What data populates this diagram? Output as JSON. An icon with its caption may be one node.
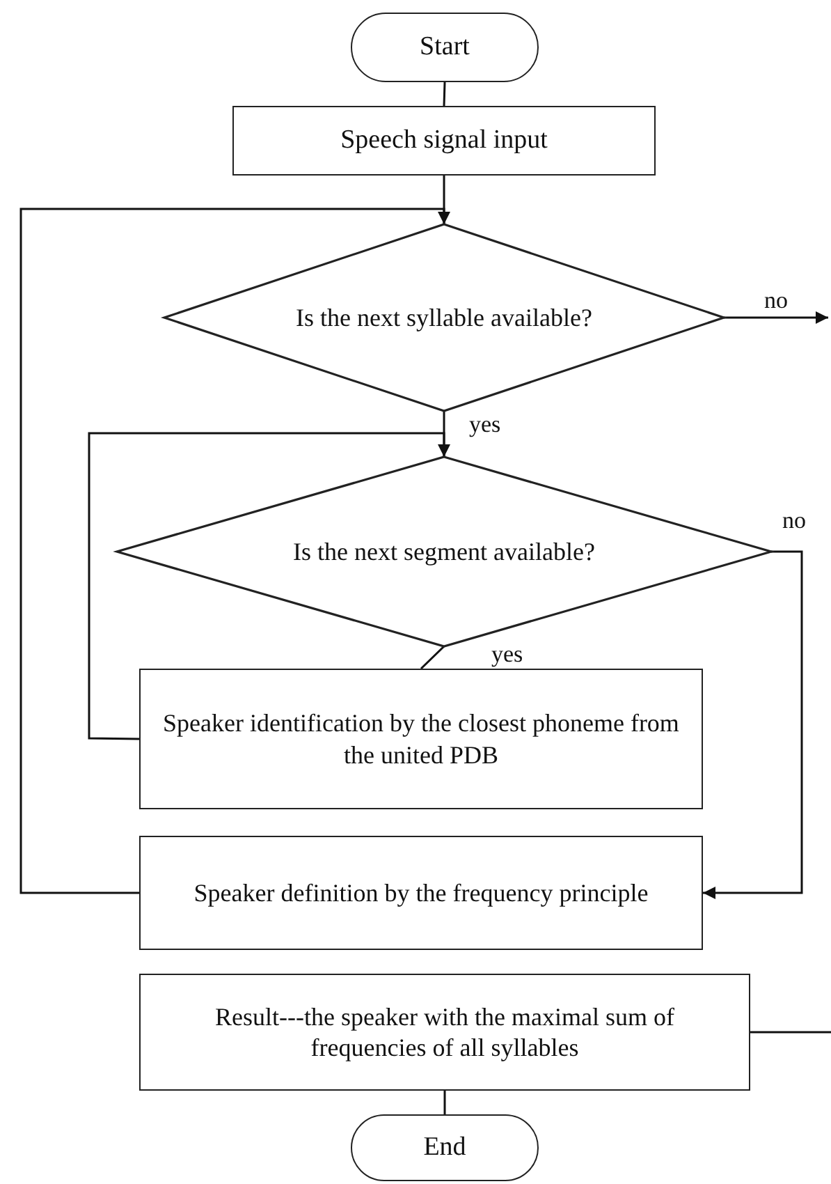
{
  "diagram": {
    "nodes": [
      {
        "text": [
          "Start"
        ]
      },
      {
        "text": [
          "Speech signal input"
        ]
      },
      {
        "text": [
          "Is the next syllable available?"
        ]
      },
      {
        "text": [
          "Is the next segment available?"
        ]
      },
      {
        "text": [
          "Speaker identification by the closest phoneme from the united PDB"
        ]
      },
      {
        "text": [
          "Speaker definition by the frequency principle"
        ]
      },
      {
        "text": [
          "Result---the speaker with the maximal sum of frequencies of all syllables"
        ]
      },
      {
        "text": [
          "End"
        ]
      }
    ],
    "edges": [
      {
        "from": 0,
        "to": 1,
        "arrow": "none"
      },
      {
        "from": 1,
        "to": 2,
        "arrow": "none"
      },
      {
        "from": 2,
        "to": null,
        "arrow": "to",
        "label": "no"
      },
      {
        "from": 2,
        "to": 3,
        "arrow": "none",
        "label": "yes"
      },
      {
        "from": 3,
        "to": 4,
        "arrow": "none",
        "label": "yes"
      },
      {
        "from": 3,
        "to": 5,
        "arrow": "to",
        "label": "no"
      },
      {
        "from": 4,
        "to": 3,
        "arrow": "to"
      },
      {
        "from": 5,
        "to": 2,
        "arrow": "to"
      },
      {
        "from": 6,
        "to": 7,
        "arrow": "none"
      },
      {
        "from": 6,
        "to": null,
        "arrow": "none"
      }
    ]
  }
}
